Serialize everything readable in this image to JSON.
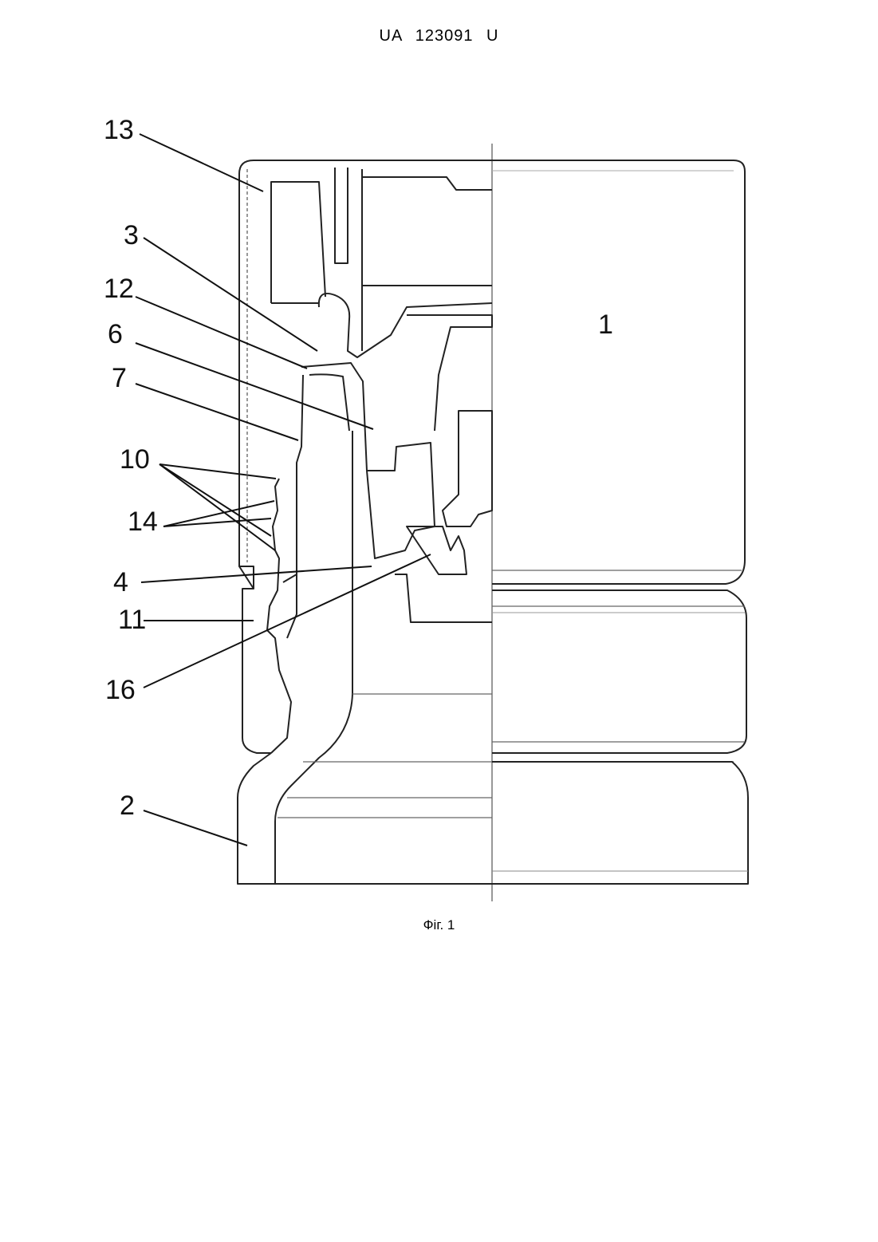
{
  "header": {
    "patent_id": "UA   123091   U"
  },
  "figure": {
    "caption": "Фіг. 1",
    "reference_numerals": {
      "n13": "13",
      "n3": "3",
      "n12": "12",
      "n6": "6",
      "n7": "7",
      "n10": "10",
      "n14": "14",
      "n4": "4",
      "n11": "11",
      "n16": "16",
      "n2": "2",
      "n1": "1"
    }
  }
}
